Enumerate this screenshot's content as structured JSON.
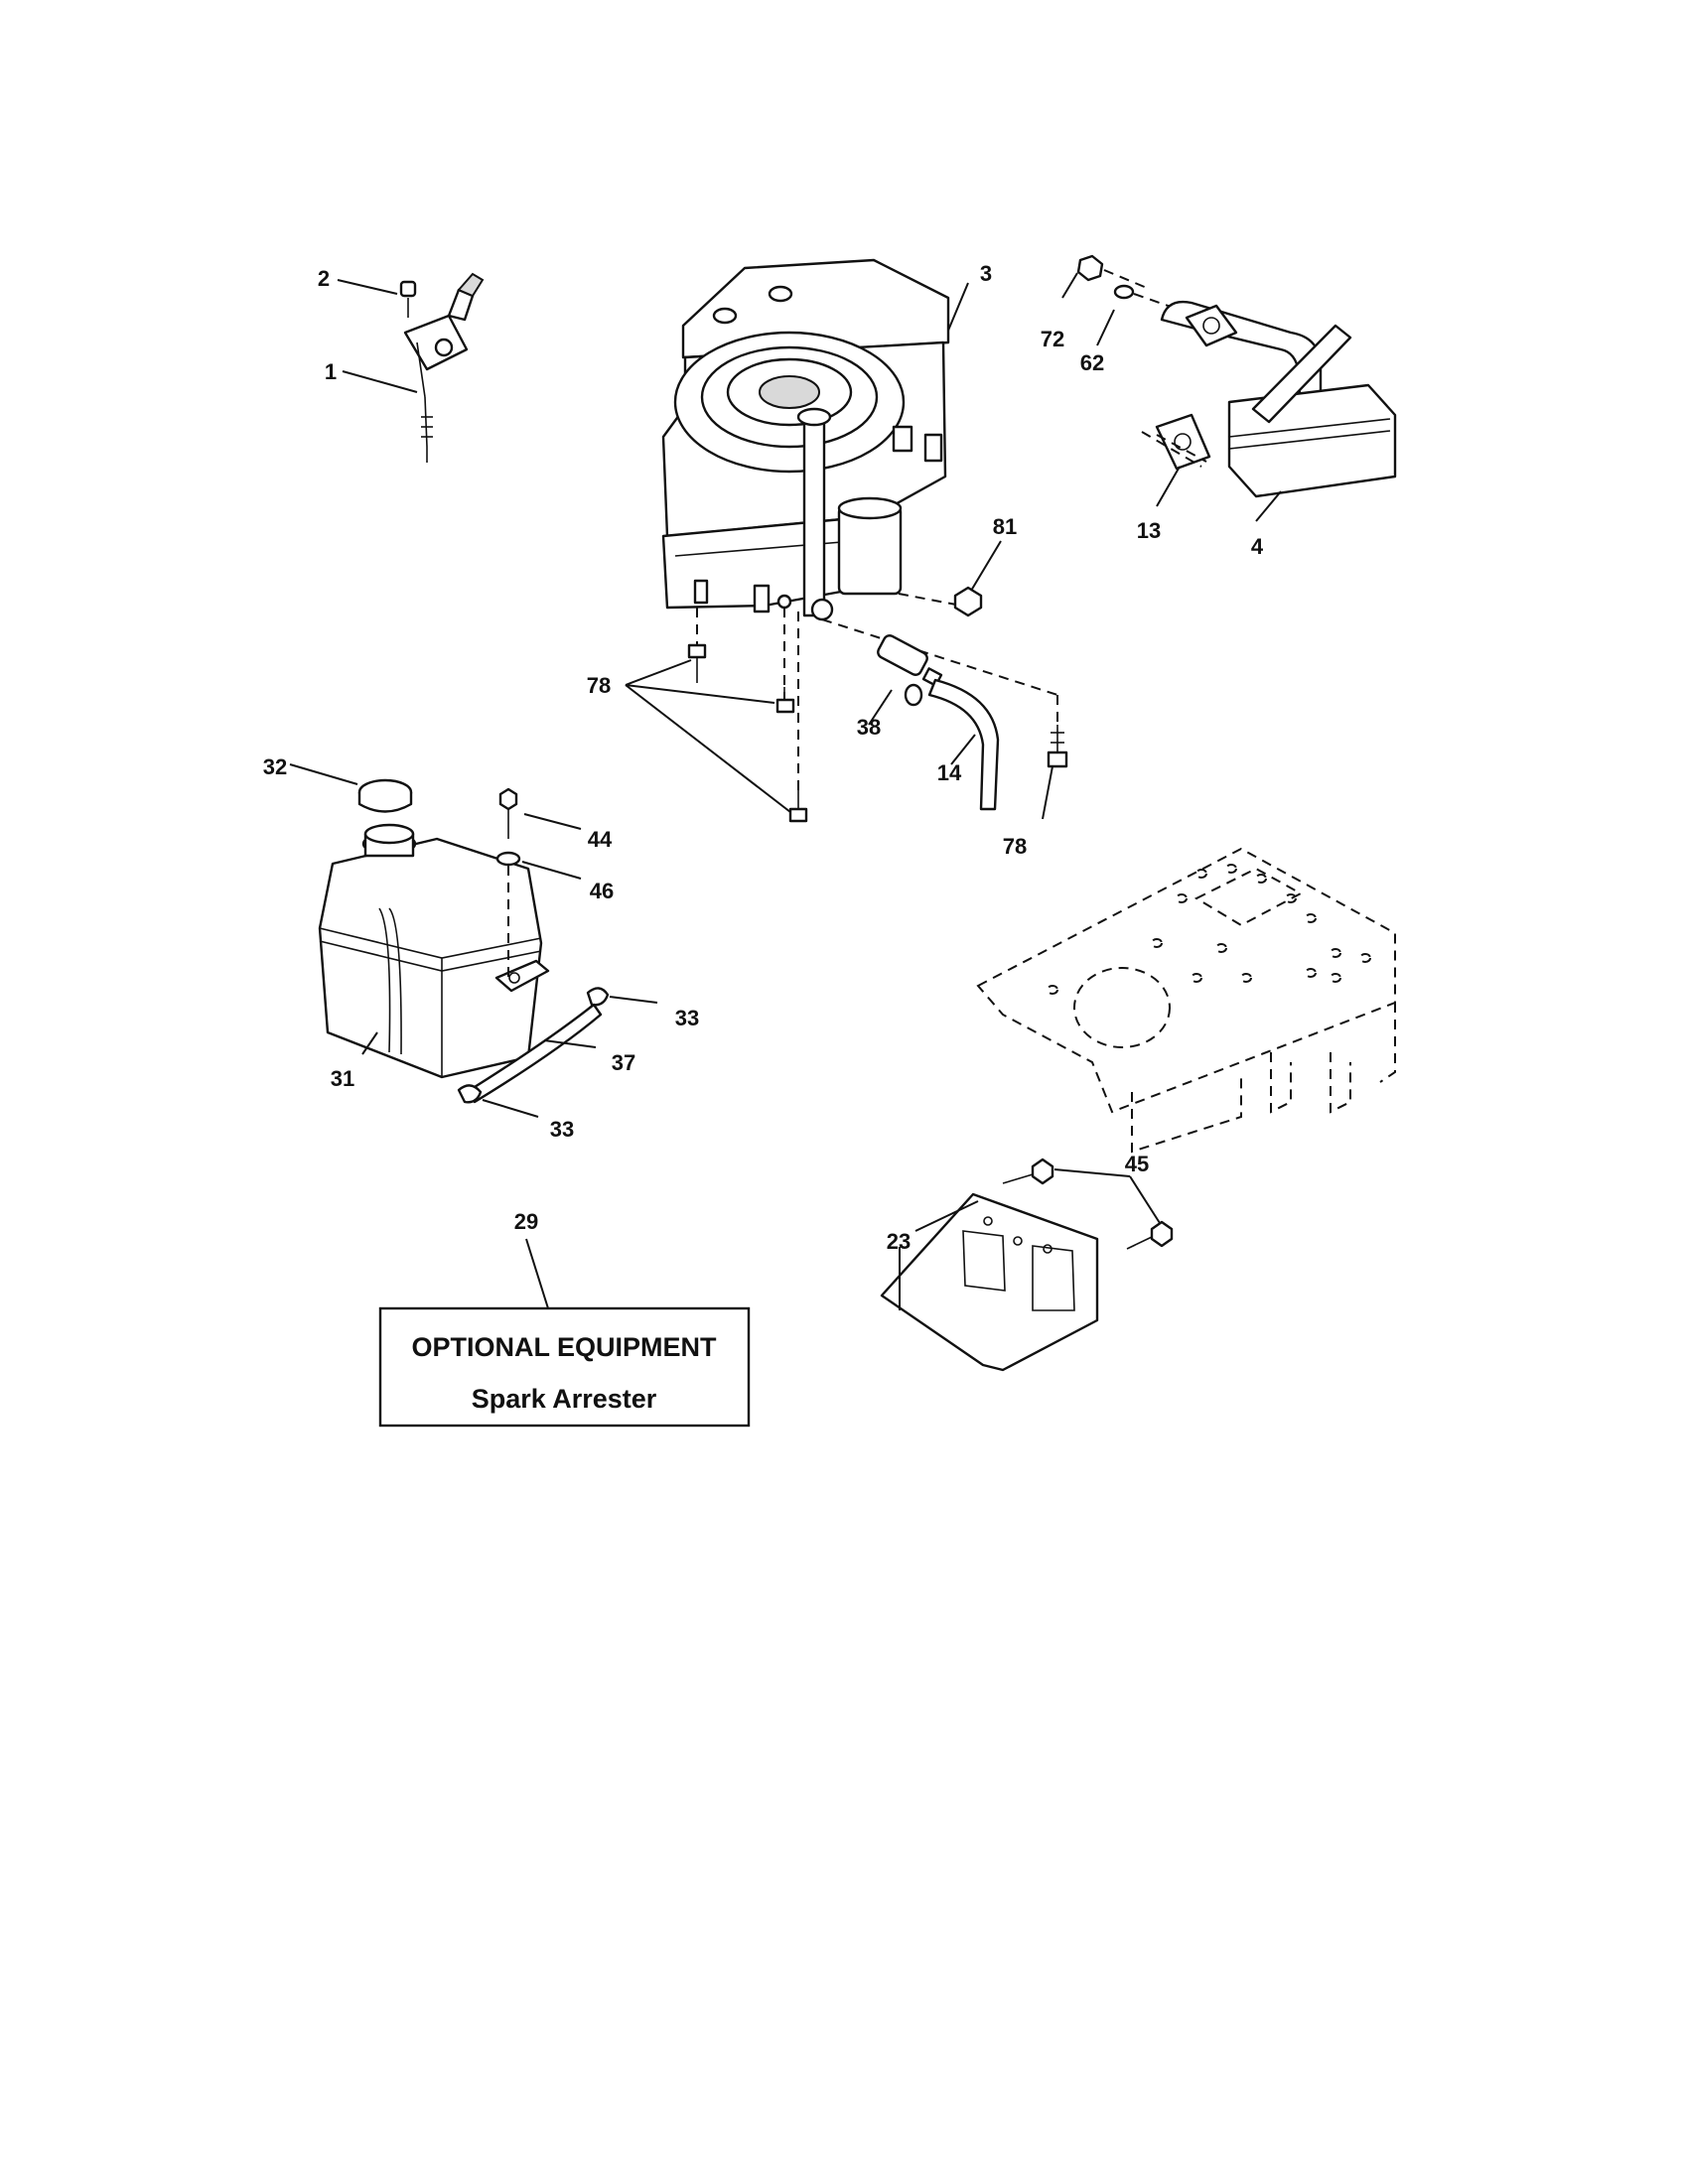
{
  "callouts": [
    {
      "id": "c2",
      "text": "2"
    },
    {
      "id": "c1",
      "text": "1"
    },
    {
      "id": "c3",
      "text": "3"
    },
    {
      "id": "c72",
      "text": "72"
    },
    {
      "id": "c62",
      "text": "62"
    },
    {
      "id": "c13",
      "text": "13"
    },
    {
      "id": "c4",
      "text": "4"
    },
    {
      "id": "c81",
      "text": "81"
    },
    {
      "id": "c78a",
      "text": "78"
    },
    {
      "id": "c38",
      "text": "38"
    },
    {
      "id": "c14",
      "text": "14"
    },
    {
      "id": "c78b",
      "text": "78"
    },
    {
      "id": "c32",
      "text": "32"
    },
    {
      "id": "c44",
      "text": "44"
    },
    {
      "id": "c46",
      "text": "46"
    },
    {
      "id": "c33a",
      "text": "33"
    },
    {
      "id": "c37",
      "text": "37"
    },
    {
      "id": "c31",
      "text": "31"
    },
    {
      "id": "c33b",
      "text": "33"
    },
    {
      "id": "c45",
      "text": "45"
    },
    {
      "id": "c23",
      "text": "23"
    },
    {
      "id": "c29",
      "text": "29"
    }
  ],
  "optional_box": {
    "title": "OPTIONAL EQUIPMENT",
    "subtitle": "Spark Arrester"
  }
}
